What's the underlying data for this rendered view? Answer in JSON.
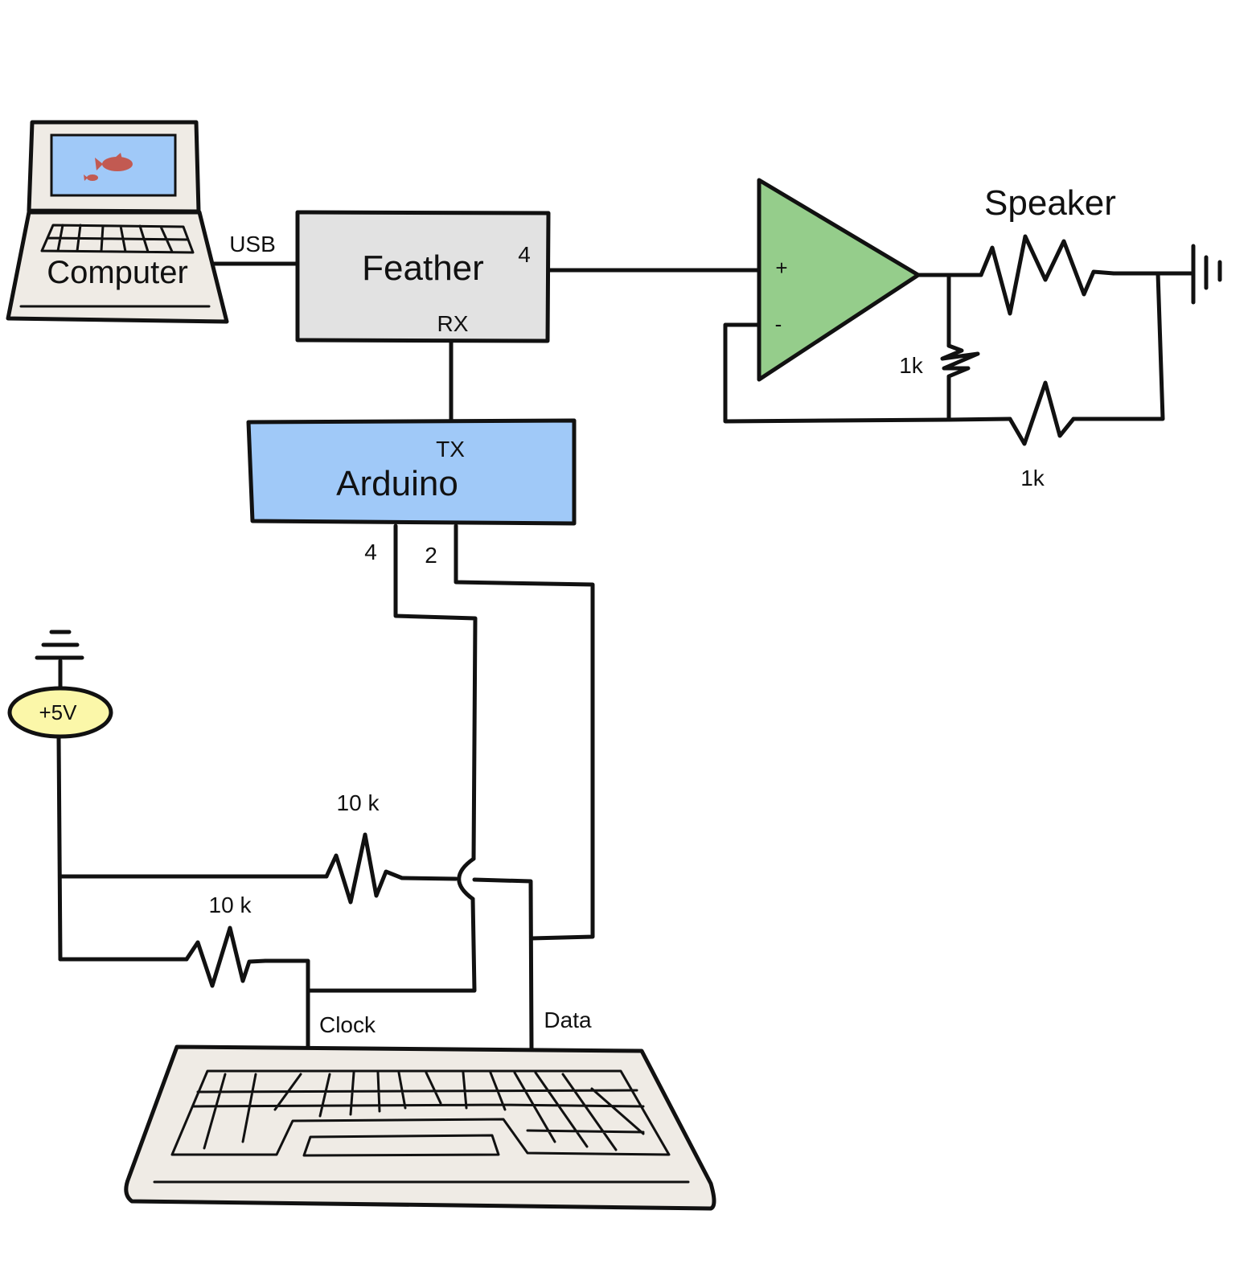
{
  "colors": {
    "feather": "#e2e2e2",
    "arduino": "#a0c9f8",
    "opamp": "#95cd8b",
    "supply": "#fbf7a9",
    "screen": "#a0c9f8",
    "fish": "#c25a52",
    "device_body": "#efebe5"
  },
  "icons": [
    "computer-icon",
    "fish-icon",
    "keyboard-icon",
    "ground-icon",
    "resistor-icon",
    "opamp-icon"
  ],
  "labels": {
    "computer": "Computer",
    "usb": "USB",
    "feather": "Feather",
    "feather_pin_out": "4",
    "feather_rx": "RX",
    "arduino": "Arduino",
    "arduino_tx": "TX",
    "arduino_pin_4": "4",
    "arduino_pin_2": "2",
    "opamp_plus": "+",
    "opamp_minus": "-",
    "speaker": "Speaker",
    "feedback_resistor": "1k",
    "ground_resistor": "1k",
    "supply": "+5V",
    "pullup_top": "10 k",
    "pullup_bottom": "10 k",
    "clock": "Clock",
    "data": "Data"
  }
}
